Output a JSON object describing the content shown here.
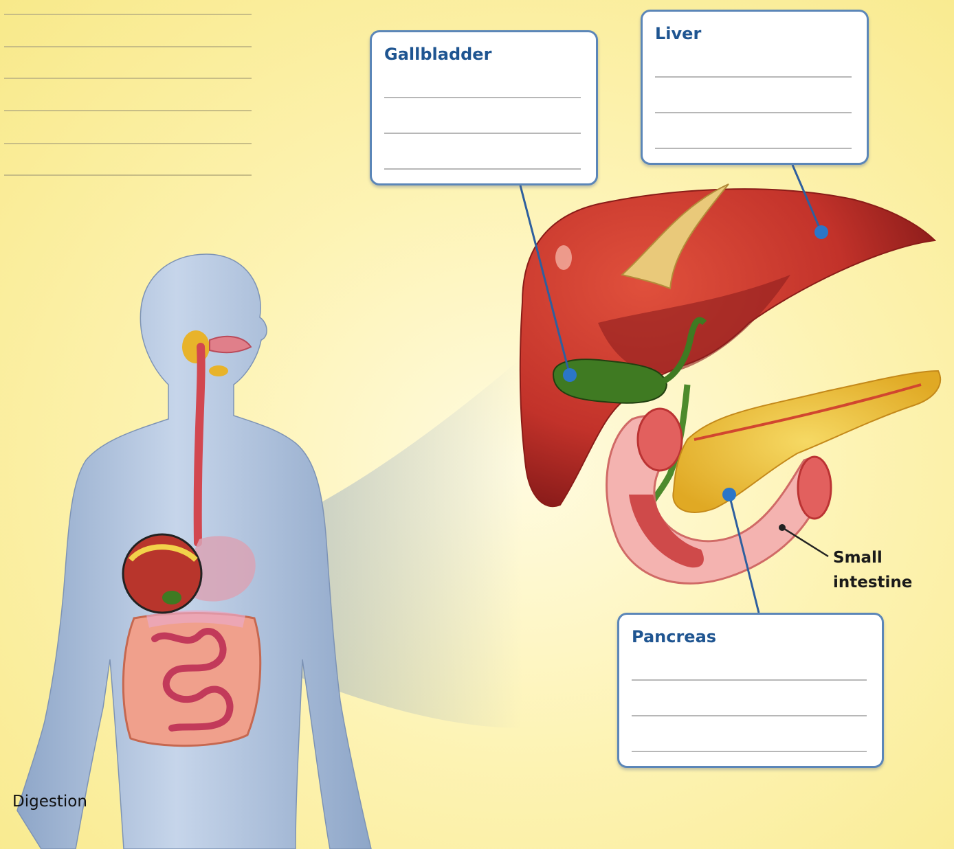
{
  "labels": {
    "gallbladder": "Gallbladder",
    "liver": "Liver",
    "pancreas": "Pancreas",
    "small_intestine": [
      "Small",
      "intestine"
    ]
  },
  "caption": "Digestion",
  "colors": {
    "label_title": "#1f5591",
    "box_border": "#5b86b8",
    "leader_dot": "#2b76c8",
    "liver": "#c8342a",
    "gallbladder": "#3f7a22",
    "pancreas": "#f2c43a",
    "intestine": "#f29a9a",
    "body": "#a9bedc"
  }
}
